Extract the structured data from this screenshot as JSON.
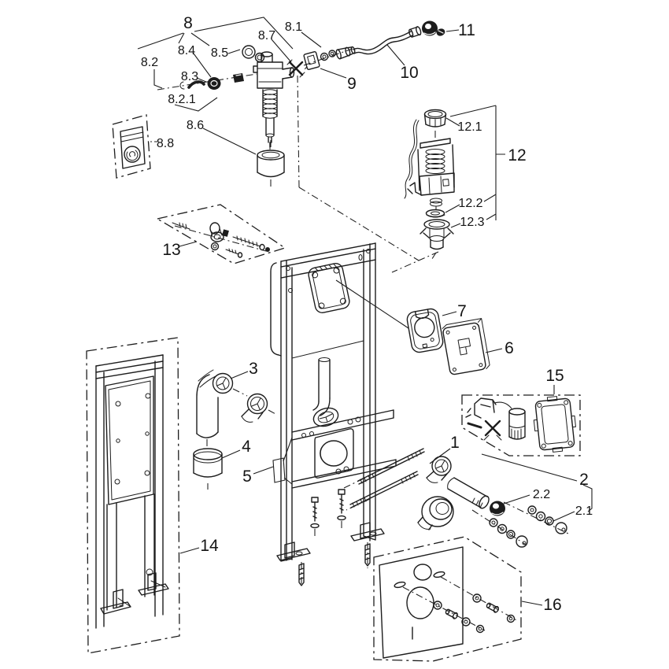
{
  "diagram": {
    "kind": "exploded-parts-diagram",
    "background_color": "#ffffff",
    "line_color": "#1d1d1d"
  },
  "labels": {
    "p1": "1",
    "p2": "2",
    "p2_1": "2.1",
    "p2_2": "2.2",
    "p3": "3",
    "p4": "4",
    "p5": "5",
    "p6": "6",
    "p7": "7",
    "p8": "8",
    "p8_1": "8.1",
    "p8_2": "8.2",
    "p8_2_1": "8.2.1",
    "p8_3": "8.3",
    "p8_4": "8.4",
    "p8_5": "8.5",
    "p8_6": "8.6",
    "p8_7": "8.7",
    "p8_8": "8.8",
    "p9": "9",
    "p10": "10",
    "p11": "11",
    "p12": "12",
    "p12_1": "12.1",
    "p12_2": "12.2",
    "p12_3": "12.3",
    "p13": "13",
    "p14": "14",
    "p15": "15",
    "p16": "16"
  }
}
